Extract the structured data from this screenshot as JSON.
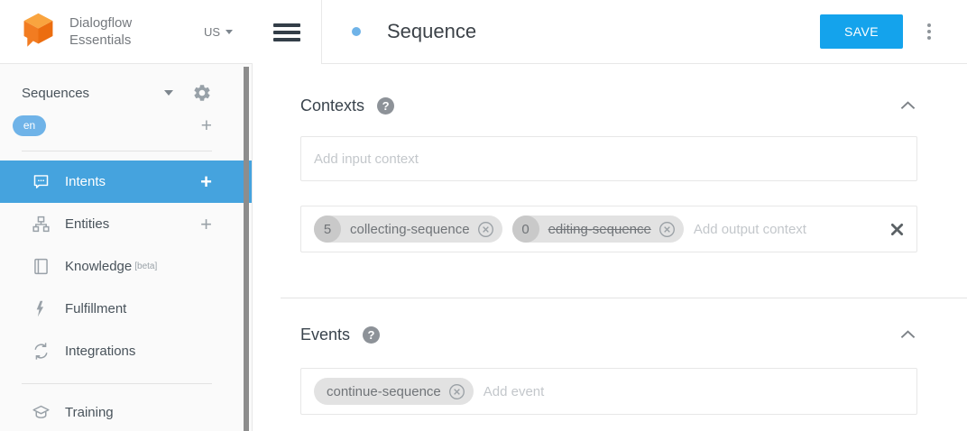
{
  "brand": {
    "name_line1": "Dialogflow",
    "name_line2": "Essentials",
    "region": "US"
  },
  "sidebar": {
    "agent_name": "Sequences",
    "locale": "en",
    "add_glyph": "+",
    "items": [
      {
        "label": "Intents",
        "icon": "chat-bubble-icon",
        "active": true,
        "has_add": true
      },
      {
        "label": "Entities",
        "icon": "entity-tree-icon",
        "active": false,
        "has_add": true
      },
      {
        "label": "Knowledge",
        "icon": "book-icon",
        "badge": "[beta]"
      },
      {
        "label": "Fulfillment",
        "icon": "lightning-bolt-icon"
      },
      {
        "label": "Integrations",
        "icon": "sync-arrows-icon"
      },
      {
        "label": "Training",
        "icon": "graduation-cap-icon"
      }
    ]
  },
  "header": {
    "title": "Sequence",
    "save_label": "SAVE"
  },
  "contexts": {
    "title": "Contexts",
    "help_glyph": "?",
    "input_placeholder": "Add input context",
    "output_placeholder": "Add output context",
    "output_chips": [
      {
        "count": "5",
        "label": "collecting-sequence",
        "strikethrough": false
      },
      {
        "count": "0",
        "label": "editing-sequence",
        "strikethrough": true
      }
    ]
  },
  "events": {
    "title": "Events",
    "help_glyph": "?",
    "placeholder": "Add event",
    "chips": [
      {
        "label": "continue-sequence"
      }
    ]
  },
  "colors": {
    "active_nav": "#45a3de",
    "save_button": "#14a3ec",
    "locale_pill": "#6fb3e8",
    "brand_orange": "#f6821f",
    "chip_bg": "#e2e2e2"
  }
}
